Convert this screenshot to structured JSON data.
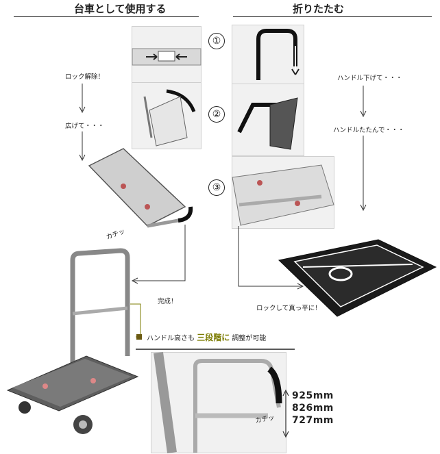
{
  "headers": {
    "left": "台車として使用する",
    "right": "折りたたむ"
  },
  "steps": [
    "①",
    "②",
    "③"
  ],
  "labels": {
    "lock_release": "ロック解除！",
    "spread": "広げて・・・",
    "kachi_left": "カチッ",
    "complete": "完成！",
    "handle_down": "ハンドル下げて・・・",
    "handle_fold": "ハンドルたたんで・・・",
    "lock_flat": "ロックして真っ平に！",
    "kachi_bottom": "カチッ"
  },
  "height_note": {
    "prefix": "ハンドル高さも",
    "emphasis": "三段階に",
    "suffix": "調整が可能"
  },
  "heights": [
    "925mm",
    "826mm",
    "727mm"
  ],
  "colors": {
    "accent": "#7b7b00",
    "marker": "#6b5a12"
  }
}
